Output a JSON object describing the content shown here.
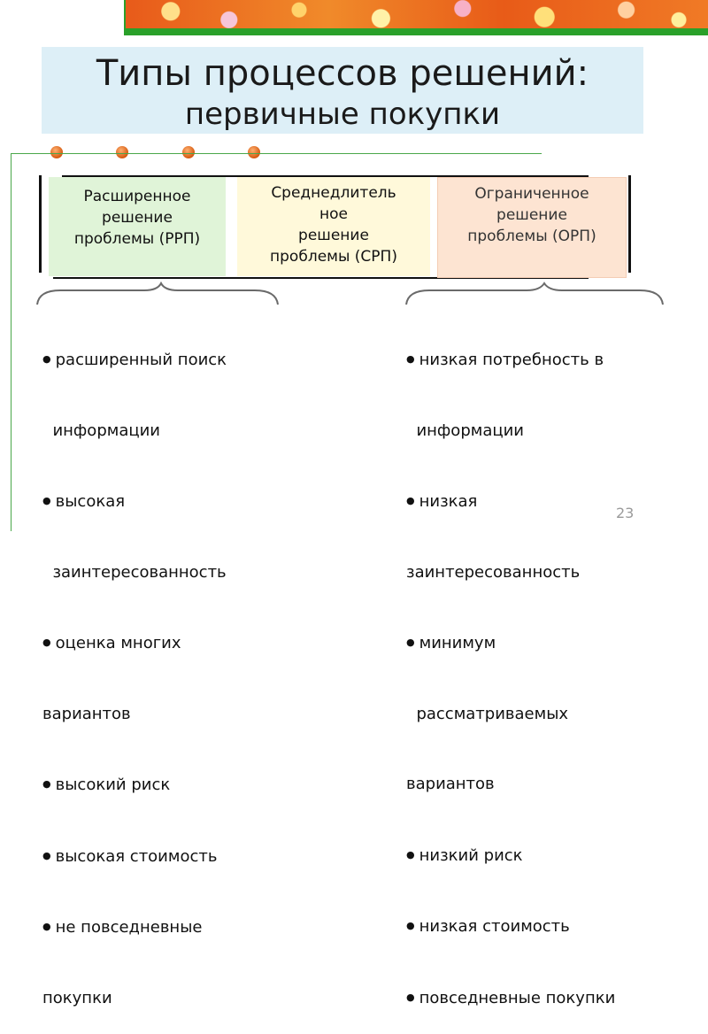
{
  "title": {
    "line1": "Типы процессов решений:",
    "line2": "первичные покупки"
  },
  "boxes": {
    "rrp": "Расширенное\nрешение\nпроблемы (РРП)",
    "srp": "Среднедлитель\nное\nрешение\nпроблемы (СРП)",
    "orp": "Ограниченное\nрешение\nпроблемы (ОРП)"
  },
  "left_list": [
    {
      "line1": "расширенный поиск",
      "line2": "  информации"
    },
    {
      "line1": "высокая",
      "line2": "  заинтересованность"
    },
    {
      "line1": "оценка многих",
      "line2": "вариантов"
    },
    {
      "line1": "высокий риск",
      "line2": ""
    },
    {
      "line1": "высокая стоимость",
      "line2": ""
    },
    {
      "line1": "не повседневные",
      "line2": "покупки"
    }
  ],
  "right_list": [
    {
      "line1": "низкая потребность в",
      "line2": "  информации"
    },
    {
      "line1": "низкая",
      "line2": "заинтересованность"
    },
    {
      "line1": "минимум",
      "line2": "  рассматриваемых"
    },
    {
      "line1": "",
      "line2": "вариантов"
    },
    {
      "line1": "низкий риск",
      "line2": ""
    },
    {
      "line1": "низкая стоимость",
      "line2": ""
    },
    {
      "line1": "повседневные покупки",
      "line2": ""
    }
  ],
  "slide_number": "23",
  "colors": {
    "banner_orange": "#e85a1a",
    "accent_green": "#2aa02a",
    "title_bg": "#ddeff7",
    "rrp_bg": "#e0f4d8",
    "srp_bg": "#fff9da",
    "orp_bg": "#fde4d2"
  }
}
